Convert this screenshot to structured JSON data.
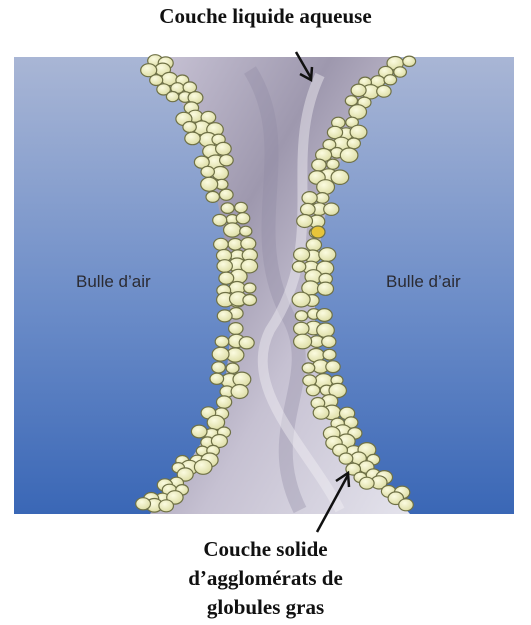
{
  "labels": {
    "top": "Couche liquide aqueuse",
    "bottom_lines": [
      "Couche solide",
      "d’agglomérats de",
      "globules gras"
    ],
    "bubble_left": "Bulle d’air",
    "bubble_right": "Bulle d’air"
  },
  "colors": {
    "bubble_top": "#a9b6d5",
    "bubble_bottom": "#3a67b6",
    "liquid": "#b6b0c6",
    "globule_fill": "#eeeebb",
    "globule_stroke": "#6f7146",
    "globule_highlight": "#e7c43a"
  }
}
